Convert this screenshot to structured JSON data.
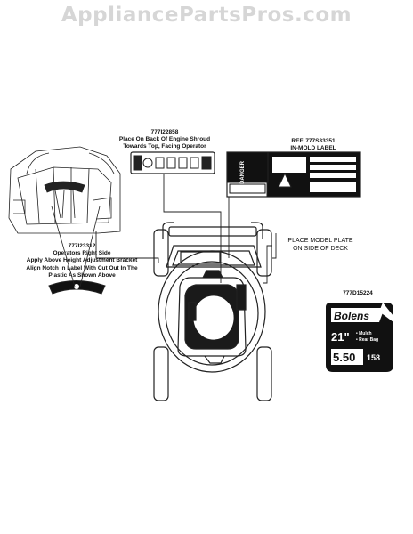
{
  "watermark": "AppliancePartsPros.com",
  "callouts": {
    "engine_label": {
      "part_number": "777I22858",
      "line1": "Place On Back Of Engine Shroud",
      "line2": "Towards Top, Facing Operator"
    },
    "mold_label": {
      "ref": "REF. 777S33351",
      "line1": "IN-MOLD LABEL",
      "danger_word": "DANGER"
    },
    "height_label": {
      "part_number": "777I23312",
      "line1": "Operators Right Side",
      "line2": "Apply Above Height Adjustment Bracket",
      "line3": "Align Notch In Label With Cut Out In The",
      "line4": "Plastic As Shown Above"
    },
    "model_plate": {
      "line1": "PLACE MODEL PLATE",
      "line2": "ON SIDE OF DECK"
    },
    "bolens_label": {
      "part_number": "777D15224",
      "brand": "Bolens",
      "size": "21\"",
      "feature1": "• Mulch",
      "feature2": "• Rear Bag",
      "torque": "5.50",
      "cc": "158"
    }
  },
  "colors": {
    "line": "#222222",
    "watermark": "#d6d6d6",
    "label_dark": "#111111"
  }
}
